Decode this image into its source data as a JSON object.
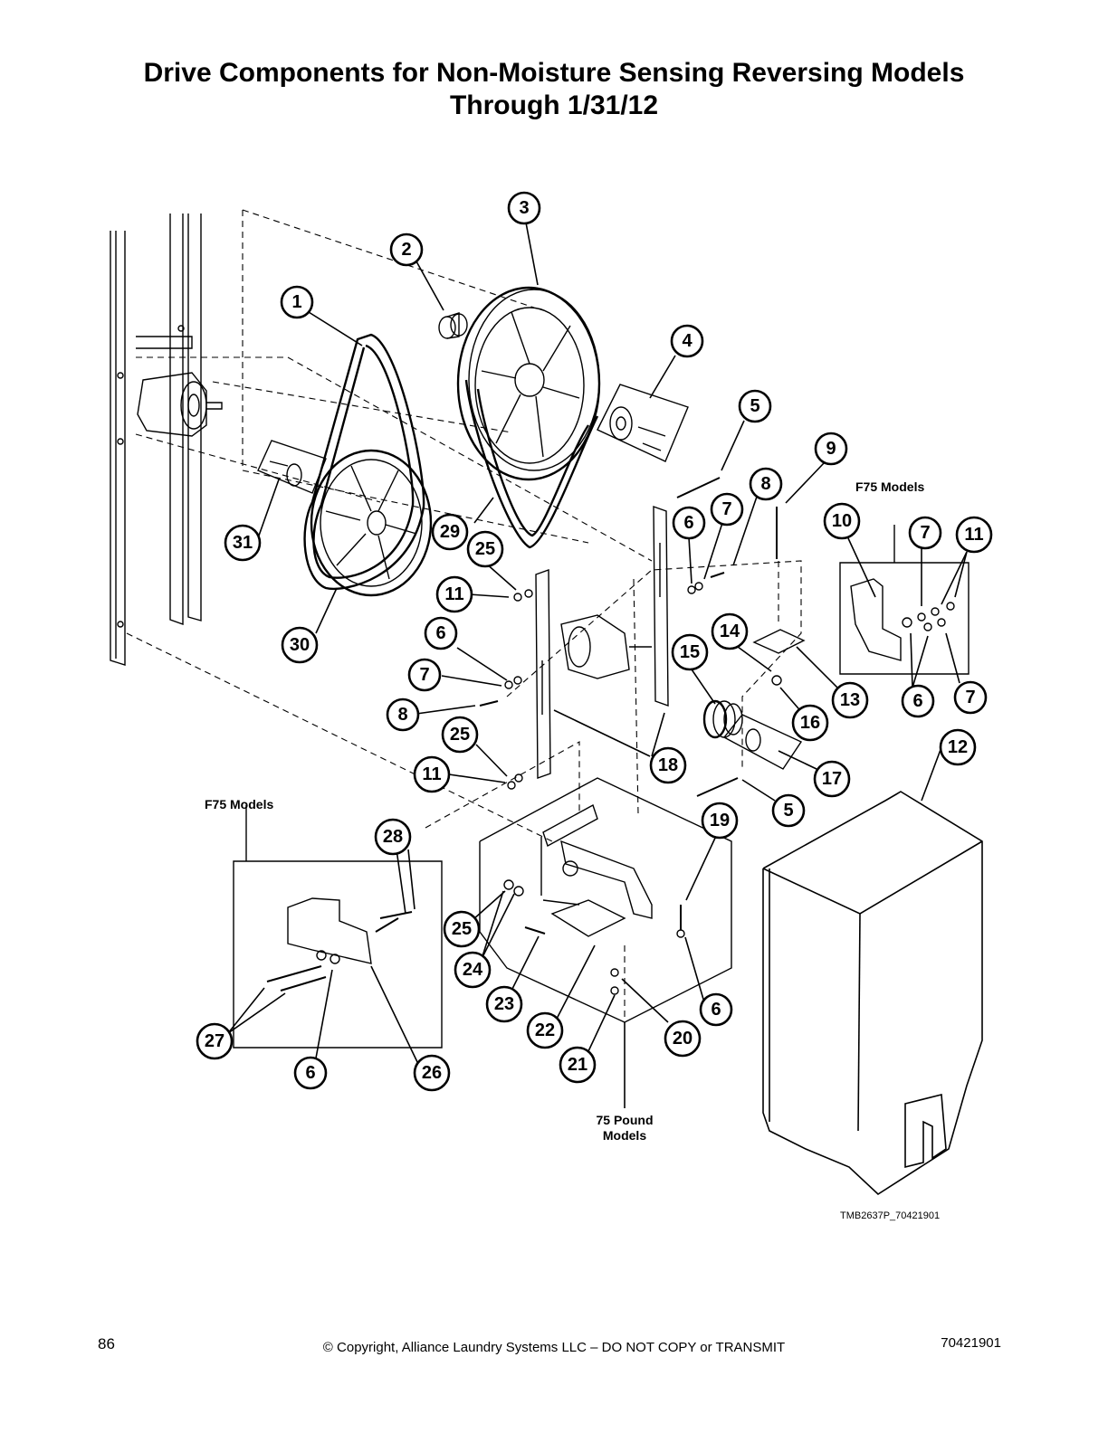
{
  "title": {
    "line1": "Drive Components for Non-Moisture Sensing Reversing Models",
    "line2": "Through 1/31/12"
  },
  "labels": {
    "f75_right": "F75 Models",
    "f75_left": "F75 Models",
    "pound_line1": "75 Pound",
    "pound_line2": "Models",
    "image_code": "TMB2637P_70421901"
  },
  "callouts": {
    "c1": "1",
    "c2": "2",
    "c3": "3",
    "c4": "4",
    "c5a": "5",
    "c5b": "5",
    "c6a": "6",
    "c6b": "6",
    "c6c": "6",
    "c6d": "6",
    "c6e": "6",
    "c7a": "7",
    "c7b": "7",
    "c7c": "7",
    "c7d": "7",
    "c8a": "8",
    "c8b": "8",
    "c9": "9",
    "c10": "10",
    "c11a": "11",
    "c11b": "11",
    "c11c": "11",
    "c12": "12",
    "c13": "13",
    "c14": "14",
    "c15": "15",
    "c16": "16",
    "c17": "17",
    "c18": "18",
    "c19": "19",
    "c20": "20",
    "c21": "21",
    "c22": "22",
    "c23": "23",
    "c24": "24",
    "c25a": "25",
    "c25b": "25",
    "c25c": "25",
    "c26": "26",
    "c27": "27",
    "c28": "28",
    "c29": "29",
    "c30": "30",
    "c31": "31"
  },
  "footer": {
    "page_number": "86",
    "copyright": "© Copyright, Alliance Laundry Systems LLC – DO NOT COPY or TRANSMIT",
    "doc_number": "70421901"
  }
}
